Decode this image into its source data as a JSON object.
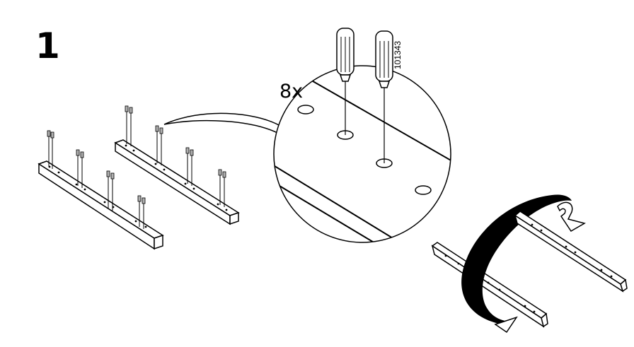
{
  "step": {
    "number": "1"
  },
  "callout": {
    "quantity": "8x"
  },
  "part": {
    "code": "101343"
  },
  "colors": {
    "ink": "#000000",
    "paper": "#ffffff",
    "peg": "#b0b0b0"
  },
  "icons": [
    "dowel-icon",
    "screwdriver-icon",
    "hole-icon",
    "rotate-arrow-icon",
    "flip-arrow-icon"
  ]
}
